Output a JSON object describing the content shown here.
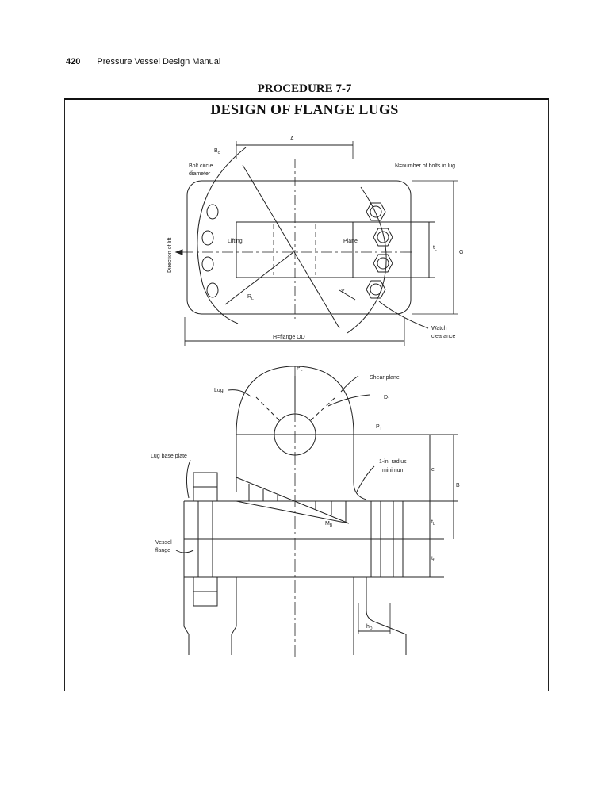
{
  "header": {
    "page_number": "420",
    "book_title": "Pressure Vessel Design Manual"
  },
  "procedure": "PROCEDURE 7-7",
  "title": "DESIGN OF FLANGE LUGS",
  "top_view": {
    "dim_a": "A",
    "bc": "B",
    "bc_sub": "c",
    "bolt_circle_1": "Bolt circle",
    "bolt_circle_2": "diameter",
    "bolts_note": "N=number of bolts in lug",
    "direction": "Direction of lift",
    "lifting": "Lifting",
    "plane": "Plane",
    "rl": "R",
    "rl_sub": "L",
    "tl": "t",
    "tl_sub": "L",
    "g": "G",
    "x": "X",
    "flange_od": "H=flange OD",
    "watch": "Watch",
    "clearance": "clearance"
  },
  "side_view": {
    "pl": "P",
    "pl_sub": "L",
    "shear_plane": "Shear plane",
    "lug": "Lug",
    "dl": "D",
    "dl_sub": "1",
    "pt": "P",
    "pt_sub": "T",
    "lug_base_plate": "Lug base plate",
    "radius_1": "1-in. radius",
    "radius_2": "minimum",
    "e": "e",
    "b": "B",
    "mb": "M",
    "mb_sub": "B",
    "tb": "t",
    "tb_sub": "b",
    "tf": "t",
    "tf_sub": "f",
    "vessel_1": "Vessel",
    "vessel_2": "flange",
    "hd": "h",
    "hd_sub": "D"
  }
}
